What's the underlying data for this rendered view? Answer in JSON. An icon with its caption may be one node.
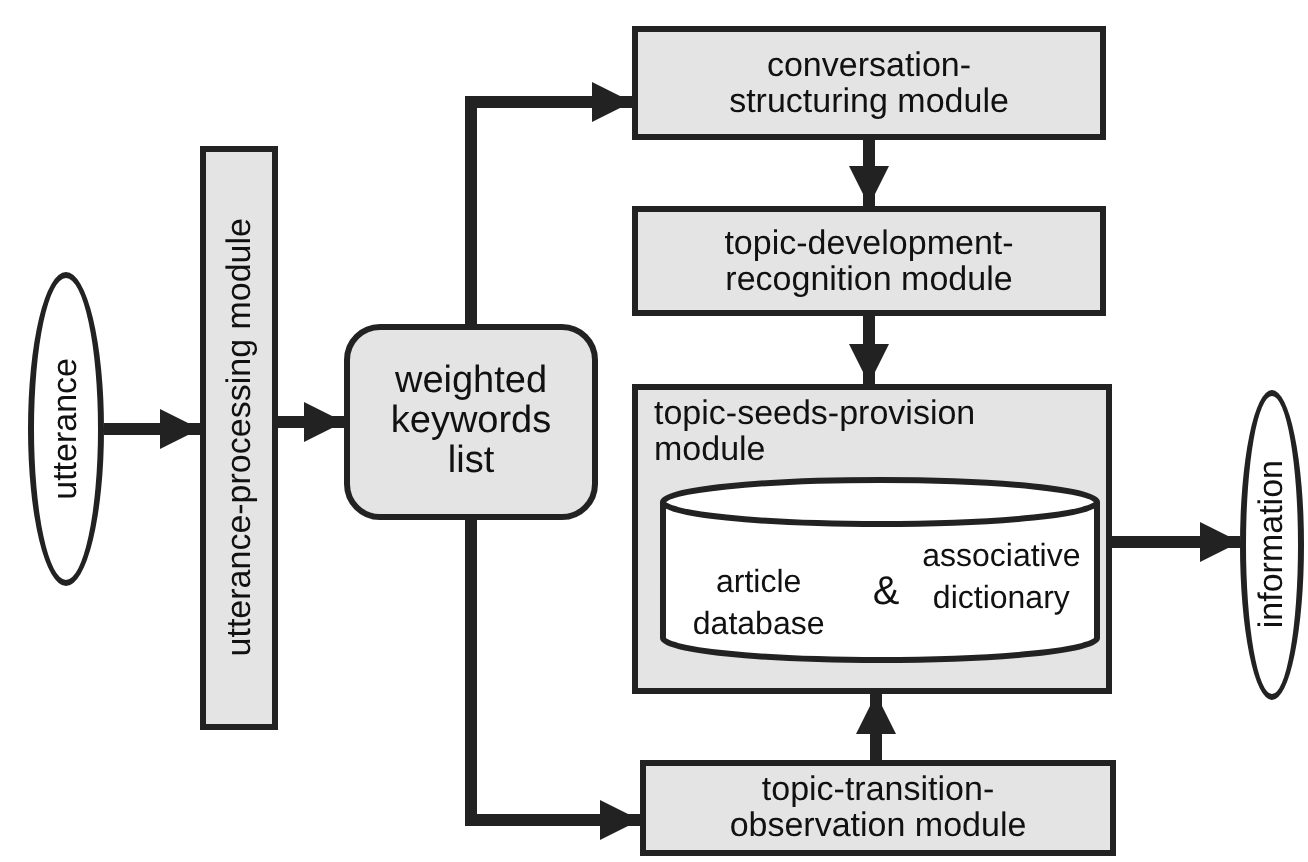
{
  "diagram": {
    "nodes": [
      {
        "text": [
          "utterance"
        ]
      },
      {
        "text": [
          "utterance-processing module"
        ]
      },
      {
        "text": [
          "weighted keywords list"
        ]
      },
      {
        "text": [
          "conversation-structuring module"
        ]
      },
      {
        "text": [
          "topic-development-recognition module"
        ]
      },
      {
        "text": [
          "topic-seeds-provision module"
        ]
      },
      {
        "text": [
          "article database",
          "&",
          "associative dictionary"
        ],
        "in": 5
      },
      {
        "text": [
          "topic-transition-observation module"
        ]
      },
      {
        "text": [
          "information"
        ]
      }
    ],
    "edges": [
      {
        "from": 0,
        "to": 1,
        "arrow": "to"
      },
      {
        "from": 1,
        "to": 2,
        "arrow": "to"
      },
      {
        "from": 2,
        "to": 3,
        "arrow": "to"
      },
      {
        "from": 2,
        "to": 7,
        "arrow": "to"
      },
      {
        "from": 3,
        "to": 4,
        "arrow": "to"
      },
      {
        "from": 4,
        "to": 5,
        "arrow": "to"
      },
      {
        "from": 7,
        "to": 5,
        "arrow": "to"
      },
      {
        "from": 5,
        "to": 8,
        "arrow": "to"
      }
    ]
  }
}
